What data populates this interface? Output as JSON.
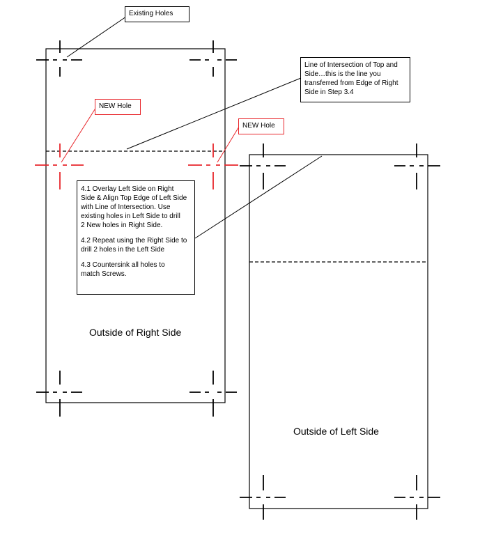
{
  "callouts": {
    "existing_holes": "Existing Holes",
    "new_hole_left": "NEW Hole",
    "new_hole_right": "NEW Hole",
    "line_of_intersection": "Line of Intersection of Top and\nSide…this is the line you\ntransferred from Edge of Right\nSide in Step 3.4"
  },
  "instructions": [
    "4.1 Overlay Left Side on Right\nSide & Align Top Edge of Left Side\nwith Line of Intersection.  Use\nexisting holes in Left Side to drill\n2 New holes in Right Side.",
    "4.2 Repeat using the Right Side to\ndrill 2 holes in the Left Side",
    "4.3 Countersink all holes to\nmatch Screws."
  ],
  "panels": {
    "right_side_label": "Outside of Right Side",
    "left_side_label": "Outside of Left Side"
  },
  "colors": {
    "line": "#000000",
    "new_hole": "#e8262b"
  }
}
